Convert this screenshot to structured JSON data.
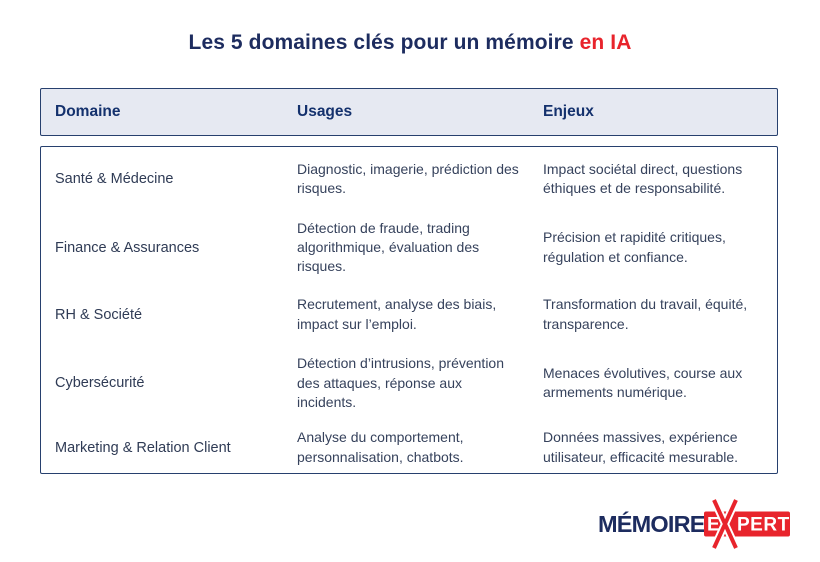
{
  "title": {
    "main": "Les 5 domaines clés pour un mémoire",
    "highlight": "en IA"
  },
  "table": {
    "headers": [
      "Domaine",
      "Usages",
      "Enjeux"
    ],
    "rows": [
      {
        "domaine": "Santé & Médecine",
        "usages": "Diagnostic, imagerie, prédiction des risques.",
        "enjeux": "Impact sociétal direct, questions éthiques et de responsabilité."
      },
      {
        "domaine": "Finance & Assurances",
        "usages": "Détection de fraude, trading algorithmique, évaluation des risques.",
        "enjeux": "Précision et rapidité critiques, régulation et confiance."
      },
      {
        "domaine": "RH & Société",
        "usages": "Recrutement, analyse des biais, impact sur l’emploi.",
        "enjeux": "Transformation du travail, équité, transparence."
      },
      {
        "domaine": "Cybersécurité",
        "usages": "Détection d’intrusions, prévention des attaques, réponse aux incidents.",
        "enjeux": "Menaces évolutives, course aux armements numérique."
      },
      {
        "domaine": "Marketing & Relation Client",
        "usages": "Analyse du comportement, personnalisation, chatbots.",
        "enjeux": "Données massives, expérience utilisateur, efficacité mesurable."
      }
    ]
  },
  "logo": {
    "prefix": "MÉMOIRE-",
    "expert_e": "E",
    "expert_rest": "PERT"
  },
  "colors": {
    "navy_title": "#1d2c5f",
    "navy_header": "#14316d",
    "border_navy": "#27406e",
    "header_bg": "#e6e9f2",
    "body_text": "#36425c",
    "accent_red": "#e8242c",
    "background": "#ffffff"
  }
}
